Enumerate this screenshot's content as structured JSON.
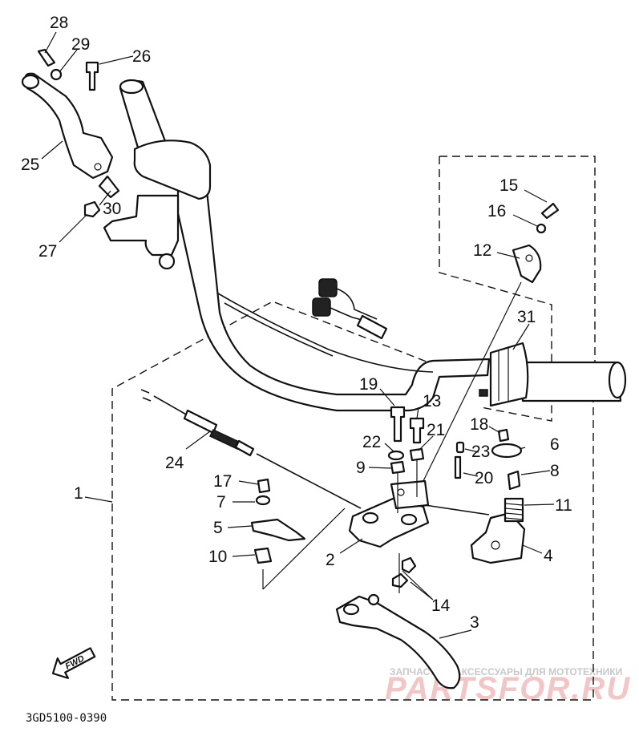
{
  "diagram_code": "3GD5100-0390",
  "fwd_label": "FWD",
  "watermark": {
    "caption": "ЗАПЧАСТИ И АКСЕССУАРЫ ДЛЯ МОТОТЕХНИКИ",
    "brand": "PARTSFOR.RU"
  },
  "callouts": {
    "c1": "1",
    "c2": "2",
    "c3": "3",
    "c4": "4",
    "c5": "5",
    "c6": "6",
    "c7": "7",
    "c8": "8",
    "c9": "9",
    "c10": "10",
    "c11": "11",
    "c12": "12",
    "c13": "13",
    "c14": "14",
    "c15": "15",
    "c16": "16",
    "c17": "17",
    "c18": "18",
    "c19": "19",
    "c20": "20",
    "c21": "21",
    "c22": "22",
    "c23": "23",
    "c24": "24",
    "c25": "25",
    "c26": "26",
    "c27": "27",
    "c28": "28",
    "c29": "29",
    "c30": "30",
    "c31": "31"
  }
}
